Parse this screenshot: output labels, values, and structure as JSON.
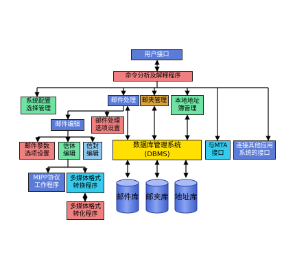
{
  "nodes": {
    "user_interface": "用户接口",
    "command_parser": "命令分析及解释程序",
    "sys_config": "系统配置\n选择管理",
    "mail_process": "邮件处理",
    "mailbox_mgmt": "邮夹管理",
    "local_address_mgmt": "本地地址\n簿管理",
    "mail_edit": "邮件编辑",
    "mail_process_options": "邮件处理\n选项设置",
    "mail_param_options": "邮件参数\n选项设置",
    "body_edit": "信体\n编辑",
    "envelope_edit": "信封\n编辑",
    "dbms": "数据库管理系统\n(DBMS)",
    "mta_interface": "与MTA\n接口",
    "other_apps": "连接其他应用\n系统的接口",
    "mipp_protocol": "MIPP协议\n工作程序",
    "multimedia_convert": "多媒体格式\n转换程序",
    "multimedia_transform": "多媒体格式\n转化程序"
  },
  "databases": {
    "mail_db": "邮件库",
    "folder_db": "邮夹库",
    "address_db": "地址库"
  },
  "colors": {
    "blue": "#5b7bd8",
    "red": "#f08080",
    "green": "#6fe3a3",
    "cyan": "#33ccee",
    "yellow": "#ffe000",
    "cylinder": "#5f7fe6"
  }
}
